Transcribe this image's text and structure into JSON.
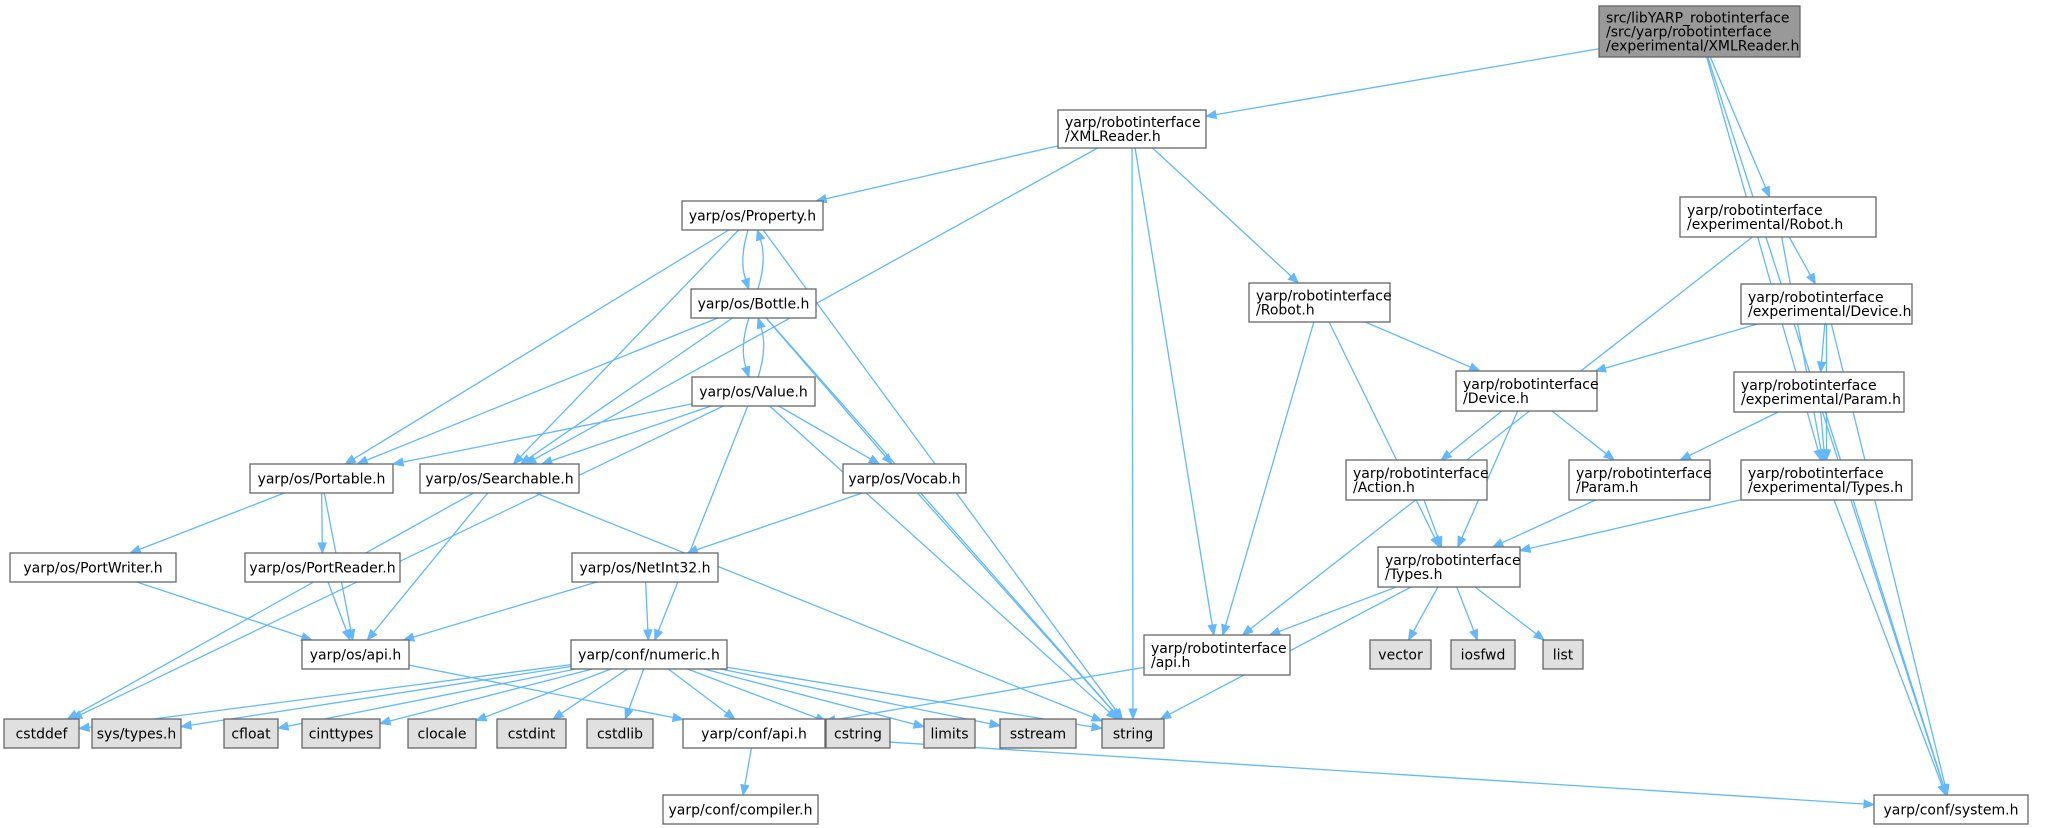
{
  "colors": {
    "edge": "#63b8ff",
    "node_border": "#666666",
    "node_fill": "#ffffff",
    "focus_fill": "#999999",
    "system_fill": "#e0e0e0",
    "system_border": "#999999"
  },
  "nodes": [
    {
      "id": "xmlreader_exp",
      "lines": [
        "src/libYARP_robotinterface",
        "/src/yarp/robotinterface",
        "/experimental/XMLReader.h"
      ],
      "kind": "focus"
    },
    {
      "id": "ri_xmlreader",
      "lines": [
        "yarp/robotinterface",
        "/XMLReader.h"
      ],
      "kind": "header"
    },
    {
      "id": "os_property",
      "lines": [
        "yarp/os/Property.h"
      ],
      "kind": "header"
    },
    {
      "id": "os_bottle",
      "lines": [
        "yarp/os/Bottle.h"
      ],
      "kind": "header"
    },
    {
      "id": "os_value",
      "lines": [
        "yarp/os/Value.h"
      ],
      "kind": "header"
    },
    {
      "id": "os_portable",
      "lines": [
        "yarp/os/Portable.h"
      ],
      "kind": "header"
    },
    {
      "id": "os_searchable",
      "lines": [
        "yarp/os/Searchable.h"
      ],
      "kind": "header"
    },
    {
      "id": "os_vocab",
      "lines": [
        "yarp/os/Vocab.h"
      ],
      "kind": "header"
    },
    {
      "id": "os_portwriter",
      "lines": [
        "yarp/os/PortWriter.h"
      ],
      "kind": "header"
    },
    {
      "id": "os_portreader",
      "lines": [
        "yarp/os/PortReader.h"
      ],
      "kind": "header"
    },
    {
      "id": "os_netint32",
      "lines": [
        "yarp/os/NetInt32.h"
      ],
      "kind": "header"
    },
    {
      "id": "os_api",
      "lines": [
        "yarp/os/api.h"
      ],
      "kind": "header"
    },
    {
      "id": "conf_numeric",
      "lines": [
        "yarp/conf/numeric.h"
      ],
      "kind": "header"
    },
    {
      "id": "conf_api",
      "lines": [
        "yarp/conf/api.h"
      ],
      "kind": "header"
    },
    {
      "id": "conf_compiler",
      "lines": [
        "yarp/conf/compiler.h"
      ],
      "kind": "header"
    },
    {
      "id": "conf_system",
      "lines": [
        "yarp/conf/system.h"
      ],
      "kind": "header"
    },
    {
      "id": "ri_robot",
      "lines": [
        "yarp/robotinterface",
        "/Robot.h"
      ],
      "kind": "header"
    },
    {
      "id": "ri_device",
      "lines": [
        "yarp/robotinterface",
        "/Device.h"
      ],
      "kind": "header"
    },
    {
      "id": "ri_action",
      "lines": [
        "yarp/robotinterface",
        "/Action.h"
      ],
      "kind": "header"
    },
    {
      "id": "ri_param",
      "lines": [
        "yarp/robotinterface",
        "/Param.h"
      ],
      "kind": "header"
    },
    {
      "id": "ri_types",
      "lines": [
        "yarp/robotinterface",
        "/Types.h"
      ],
      "kind": "header"
    },
    {
      "id": "ri_api",
      "lines": [
        "yarp/robotinterface",
        "/api.h"
      ],
      "kind": "header"
    },
    {
      "id": "exp_robot",
      "lines": [
        "yarp/robotinterface",
        "/experimental/Robot.h"
      ],
      "kind": "header"
    },
    {
      "id": "exp_device",
      "lines": [
        "yarp/robotinterface",
        "/experimental/Device.h"
      ],
      "kind": "header"
    },
    {
      "id": "exp_param",
      "lines": [
        "yarp/robotinterface",
        "/experimental/Param.h"
      ],
      "kind": "header"
    },
    {
      "id": "exp_types",
      "lines": [
        "yarp/robotinterface",
        "/experimental/Types.h"
      ],
      "kind": "header"
    },
    {
      "id": "cstddef",
      "lines": [
        "cstddef"
      ],
      "kind": "system"
    },
    {
      "id": "systypes",
      "lines": [
        "sys/types.h"
      ],
      "kind": "system"
    },
    {
      "id": "cfloat",
      "lines": [
        "cfloat"
      ],
      "kind": "system"
    },
    {
      "id": "cinttypes",
      "lines": [
        "cinttypes"
      ],
      "kind": "system"
    },
    {
      "id": "clocale",
      "lines": [
        "clocale"
      ],
      "kind": "system"
    },
    {
      "id": "cstdint",
      "lines": [
        "cstdint"
      ],
      "kind": "system"
    },
    {
      "id": "cstdlib",
      "lines": [
        "cstdlib"
      ],
      "kind": "system"
    },
    {
      "id": "cstring",
      "lines": [
        "cstring"
      ],
      "kind": "system"
    },
    {
      "id": "limits",
      "lines": [
        "limits"
      ],
      "kind": "system"
    },
    {
      "id": "sstream",
      "lines": [
        "sstream"
      ],
      "kind": "system"
    },
    {
      "id": "string",
      "lines": [
        "string"
      ],
      "kind": "system"
    },
    {
      "id": "vector",
      "lines": [
        "vector"
      ],
      "kind": "system"
    },
    {
      "id": "iosfwd",
      "lines": [
        "iosfwd"
      ],
      "kind": "system"
    },
    {
      "id": "list",
      "lines": [
        "list"
      ],
      "kind": "system"
    }
  ],
  "edges": [
    [
      "xmlreader_exp",
      "ri_xmlreader"
    ],
    [
      "xmlreader_exp",
      "exp_robot"
    ],
    [
      "xmlreader_exp",
      "exp_types"
    ],
    [
      "xmlreader_exp",
      "conf_system"
    ],
    [
      "ri_xmlreader",
      "os_property"
    ],
    [
      "ri_xmlreader",
      "os_searchable"
    ],
    [
      "ri_xmlreader",
      "ri_robot"
    ],
    [
      "ri_xmlreader",
      "ri_api"
    ],
    [
      "ri_xmlreader",
      "string"
    ],
    [
      "os_property",
      "os_bottle"
    ],
    [
      "os_property",
      "os_portable"
    ],
    [
      "os_property",
      "os_searchable"
    ],
    [
      "os_property",
      "string"
    ],
    [
      "os_bottle",
      "os_property"
    ],
    [
      "os_bottle",
      "os_value"
    ],
    [
      "os_bottle",
      "os_portable"
    ],
    [
      "os_bottle",
      "os_searchable"
    ],
    [
      "os_bottle",
      "os_vocab"
    ],
    [
      "os_bottle",
      "string"
    ],
    [
      "os_value",
      "os_bottle"
    ],
    [
      "os_value",
      "os_portable"
    ],
    [
      "os_value",
      "os_searchable"
    ],
    [
      "os_value",
      "os_vocab"
    ],
    [
      "os_value",
      "conf_numeric"
    ],
    [
      "os_value",
      "cstddef"
    ],
    [
      "os_value",
      "string"
    ],
    [
      "os_portable",
      "os_portwriter"
    ],
    [
      "os_portable",
      "os_portreader"
    ],
    [
      "os_portable",
      "os_api"
    ],
    [
      "os_searchable",
      "os_api"
    ],
    [
      "os_searchable",
      "string"
    ],
    [
      "os_searchable",
      "cstddef"
    ],
    [
      "os_vocab",
      "os_netint32"
    ],
    [
      "os_vocab",
      "string"
    ],
    [
      "os_portwriter",
      "os_api"
    ],
    [
      "os_portreader",
      "os_api"
    ],
    [
      "os_netint32",
      "os_api"
    ],
    [
      "os_netint32",
      "conf_numeric"
    ],
    [
      "os_api",
      "conf_api"
    ],
    [
      "conf_numeric",
      "conf_api"
    ],
    [
      "conf_numeric",
      "cstddef"
    ],
    [
      "conf_numeric",
      "systypes"
    ],
    [
      "conf_numeric",
      "cfloat"
    ],
    [
      "conf_numeric",
      "cinttypes"
    ],
    [
      "conf_numeric",
      "clocale"
    ],
    [
      "conf_numeric",
      "cstdint"
    ],
    [
      "conf_numeric",
      "cstdlib"
    ],
    [
      "conf_numeric",
      "cstring"
    ],
    [
      "conf_numeric",
      "limits"
    ],
    [
      "conf_numeric",
      "sstream"
    ],
    [
      "conf_numeric",
      "string"
    ],
    [
      "conf_api",
      "conf_compiler"
    ],
    [
      "conf_api",
      "conf_system"
    ],
    [
      "ri_api",
      "conf_api"
    ],
    [
      "ri_robot",
      "ri_device"
    ],
    [
      "ri_robot",
      "ri_types"
    ],
    [
      "ri_robot",
      "ri_api"
    ],
    [
      "ri_device",
      "ri_action"
    ],
    [
      "ri_device",
      "ri_param"
    ],
    [
      "ri_device",
      "ri_types"
    ],
    [
      "ri_action",
      "ri_types"
    ],
    [
      "ri_param",
      "ri_types"
    ],
    [
      "ri_types",
      "ri_api"
    ],
    [
      "ri_types",
      "string"
    ],
    [
      "ri_types",
      "vector"
    ],
    [
      "ri_types",
      "iosfwd"
    ],
    [
      "ri_types",
      "list"
    ],
    [
      "exp_robot",
      "exp_device"
    ],
    [
      "exp_robot",
      "exp_types"
    ],
    [
      "exp_robot",
      "ri_api"
    ],
    [
      "exp_device",
      "ri_device"
    ],
    [
      "exp_device",
      "exp_param"
    ],
    [
      "exp_device",
      "exp_types"
    ],
    [
      "exp_device",
      "conf_system"
    ],
    [
      "exp_param",
      "ri_param"
    ],
    [
      "exp_param",
      "exp_types"
    ],
    [
      "exp_param",
      "conf_system"
    ],
    [
      "exp_types",
      "ri_types"
    ],
    [
      "exp_types",
      "conf_system"
    ]
  ]
}
